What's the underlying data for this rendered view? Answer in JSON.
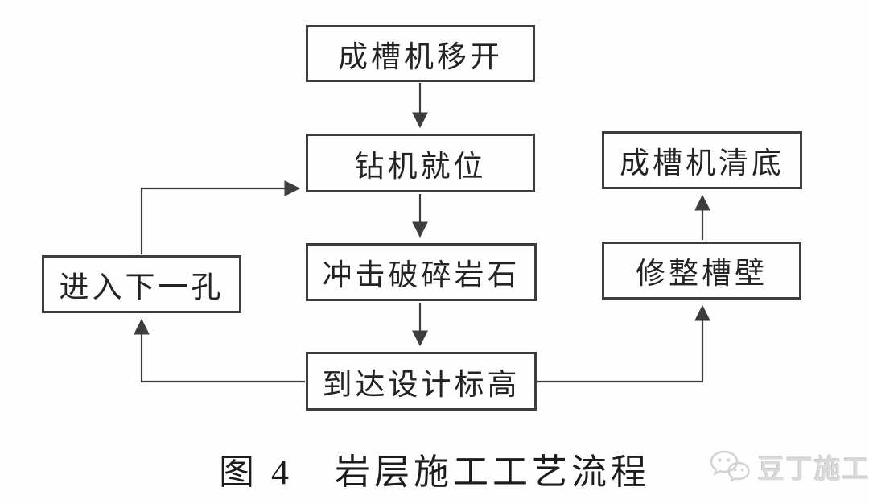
{
  "figure": {
    "caption_prefix": "图 4",
    "caption_title": "岩层施工工艺流程"
  },
  "flowchart": {
    "type": "flowchart",
    "nodes": [
      {
        "id": "move-away",
        "label": "成槽机移开"
      },
      {
        "id": "drill-in-place",
        "label": "钻机就位"
      },
      {
        "id": "impact-crush",
        "label": "冲击破碎岩石"
      },
      {
        "id": "reach-elev",
        "label": "到达设计标高"
      },
      {
        "id": "next-hole",
        "label": "进入下一孔"
      },
      {
        "id": "clean-bottom",
        "label": "成槽机清底"
      },
      {
        "id": "trim-wall",
        "label": "修整槽壁"
      }
    ],
    "edges": [
      {
        "from": "成槽机移开",
        "to": "钻机就位"
      },
      {
        "from": "钻机就位",
        "to": "冲击破碎岩石"
      },
      {
        "from": "冲击破碎岩石",
        "to": "到达设计标高"
      },
      {
        "from": "到达设计标高",
        "to": "进入下一孔"
      },
      {
        "from": "进入下一孔",
        "to": "钻机就位"
      },
      {
        "from": "到达设计标高",
        "to": "修整槽壁"
      },
      {
        "from": "修整槽壁",
        "to": "成槽机清底"
      }
    ]
  },
  "watermark": {
    "text": "豆丁施工",
    "icon": "wechat-chat-bubbles-icon"
  },
  "colors": {
    "line": "#3d3d3d",
    "box_border": "#3d3d3d",
    "text": "#232323",
    "background": "#fefefe",
    "watermark_text": "#dadada",
    "watermark_icon": "#d2d2d2"
  }
}
